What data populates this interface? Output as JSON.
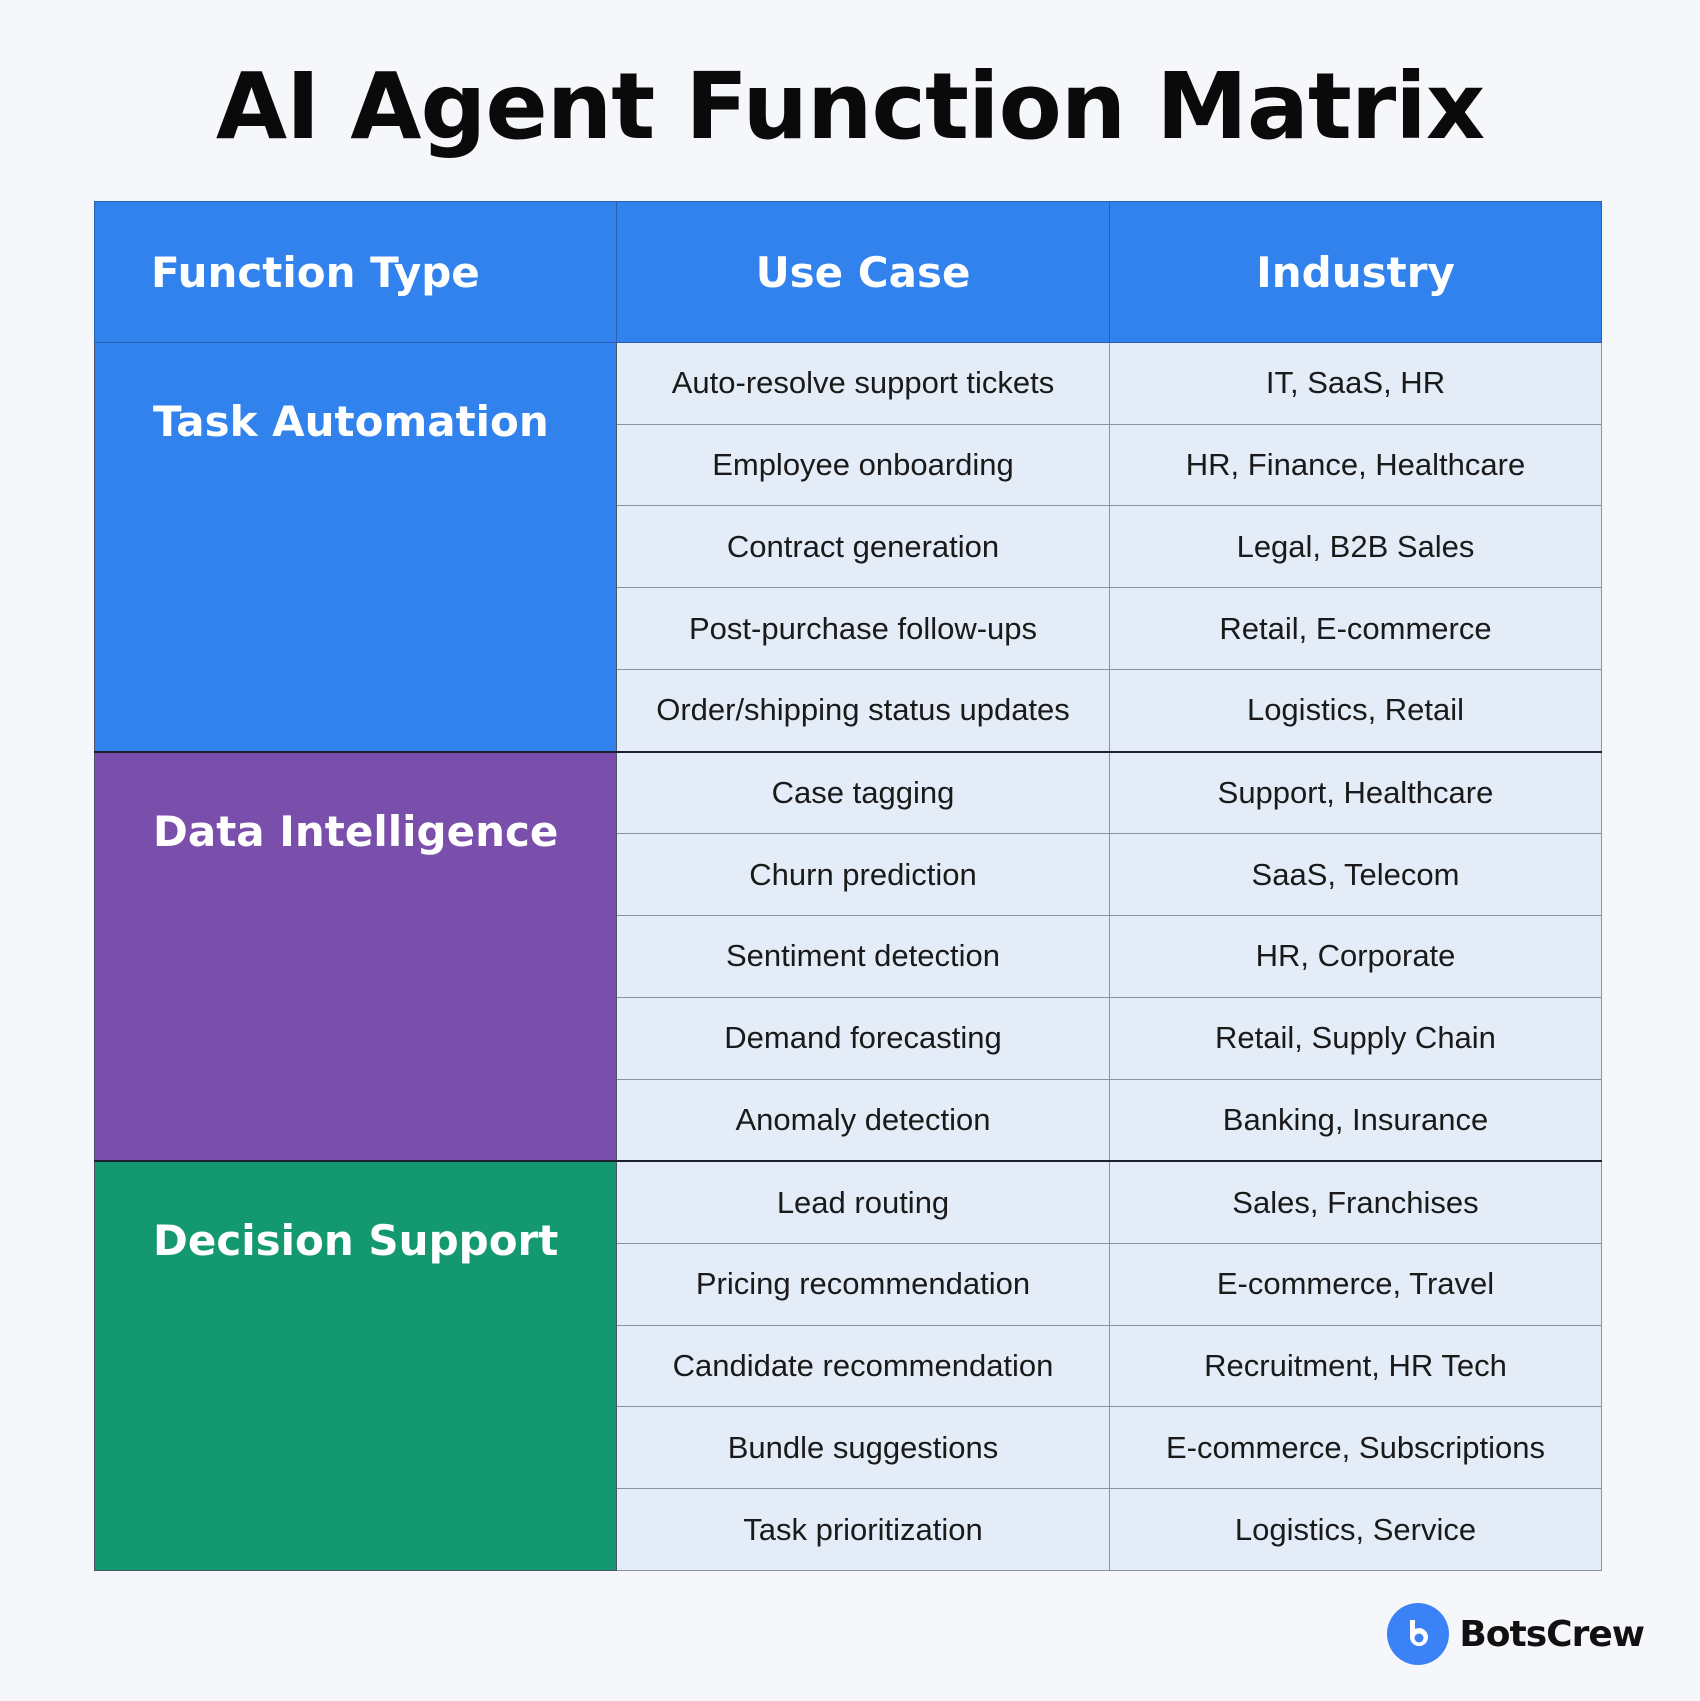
{
  "title": "AI Agent Function Matrix",
  "headers": {
    "function_type": "Function Type",
    "use_case": "Use Case",
    "industry": "Industry"
  },
  "colors": {
    "header": "#3182ed",
    "task_automation": "#3182ed",
    "data_intelligence": "#7a4fab",
    "decision_support": "#149870",
    "row_background": "#e4ecf8"
  },
  "groups": [
    {
      "name": "Task Automation",
      "rows": [
        {
          "use_case": "Auto-resolve support tickets",
          "industry": "IT, SaaS, HR"
        },
        {
          "use_case": "Employee onboarding",
          "industry": "HR, Finance, Healthcare"
        },
        {
          "use_case": "Contract generation",
          "industry": "Legal, B2B Sales"
        },
        {
          "use_case": "Post-purchase follow-ups",
          "industry": "Retail, E-commerce"
        },
        {
          "use_case": "Order/shipping status updates",
          "industry": "Logistics, Retail"
        }
      ]
    },
    {
      "name": "Data Intelligence",
      "rows": [
        {
          "use_case": "Case tagging",
          "industry": "Support, Healthcare"
        },
        {
          "use_case": "Churn prediction",
          "industry": "SaaS, Telecom"
        },
        {
          "use_case": "Sentiment detection",
          "industry": "HR, Corporate"
        },
        {
          "use_case": "Demand forecasting",
          "industry": "Retail, Supply Chain"
        },
        {
          "use_case": "Anomaly detection",
          "industry": "Banking, Insurance"
        }
      ]
    },
    {
      "name": "Decision Support",
      "rows": [
        {
          "use_case": "Lead routing",
          "industry": "Sales, Franchises"
        },
        {
          "use_case": "Pricing recommendation",
          "industry": "E-commerce, Travel"
        },
        {
          "use_case": "Candidate recommendation",
          "industry": "Recruitment, HR Tech"
        },
        {
          "use_case": "Bundle suggestions",
          "industry": "E-commerce, Subscriptions"
        },
        {
          "use_case": "Task prioritization",
          "industry": "Logistics, Service"
        }
      ]
    }
  ],
  "brand": {
    "name": "BotsCrew",
    "icon": "b-circle-icon"
  }
}
